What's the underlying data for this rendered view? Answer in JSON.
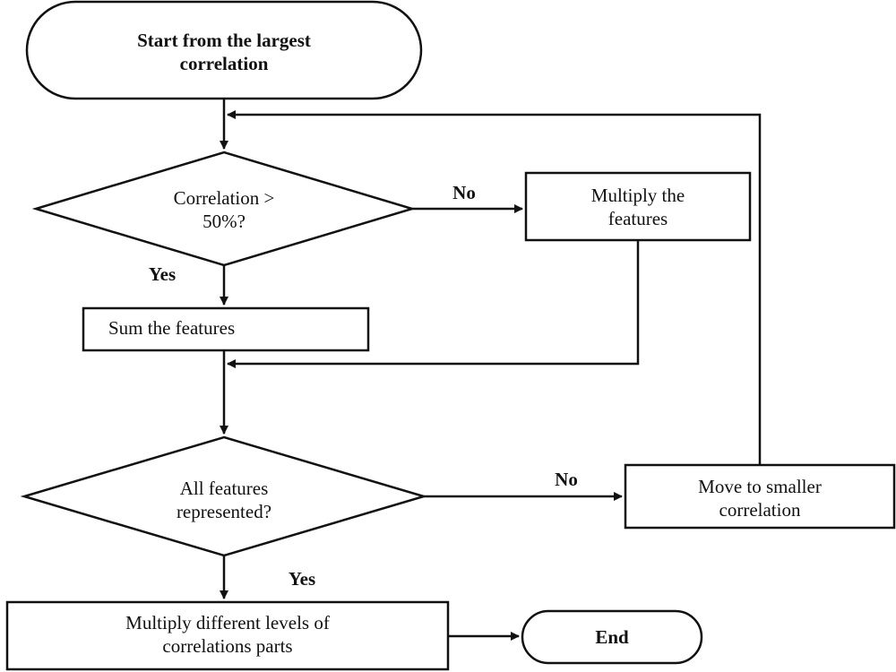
{
  "flowchart": {
    "start": {
      "line1": "Start from the largest",
      "line2": "correlation"
    },
    "decision1": {
      "line1": "Correlation >",
      "line2": "50%?"
    },
    "label_no_1": "No",
    "label_yes_1": "Yes",
    "multiply_features": {
      "line1": "Multiply the",
      "line2": "features"
    },
    "sum_features": "Sum the features",
    "decision2": {
      "line1": "All features",
      "line2": "represented?"
    },
    "label_no_2": "No",
    "label_yes_2": "Yes",
    "move_smaller": {
      "line1": "Move to smaller",
      "line2": "correlation"
    },
    "multiply_levels": {
      "line1": "Multiply different levels of",
      "line2": "correlations parts"
    },
    "end": "End"
  }
}
